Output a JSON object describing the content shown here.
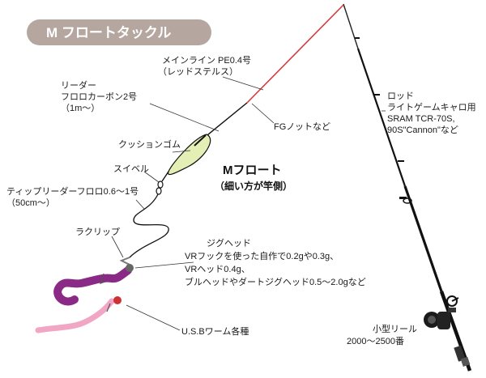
{
  "title": "M フロートタックル",
  "labels": {
    "main_line": [
      "メインライン PE0.4号",
      "（レッドステルス）"
    ],
    "leader": [
      "リーダー",
      "フロロカーボン2号",
      "（1m〜）"
    ],
    "fg_knot": "FGノットなど",
    "rod": [
      "ロッド",
      "ライトゲームキャロ用",
      "SRAM TCR-70S,",
      "90S\"Cannon\"など"
    ],
    "cushion": "クッションゴム",
    "swivel": "スイベル",
    "float_name": "Mフロート",
    "float_note": "（細い方が竿側）",
    "tippet": [
      "ティップリーダーフロロ0.6〜1号",
      "（50cm〜）"
    ],
    "raclip": "ラクリップ",
    "jighead": [
      "ジグヘッド",
      "VRフックを使った自作で0.2gや0.3g、",
      "VRヘッド0.4g、",
      "ブルヘッドやダートジグヘッド0.5〜2.0gなど"
    ],
    "worm": "U.S.Bワーム各種",
    "reel": [
      "小型リール",
      "2000〜2500番"
    ]
  },
  "colors": {
    "title_bg": "#b5a69f",
    "main_line": "#d23a3a",
    "float_fill": "#e3efb4",
    "worm_purple": "#8a2a86",
    "worm_pink": "#f2a6c6",
    "rod": "#111111"
  }
}
